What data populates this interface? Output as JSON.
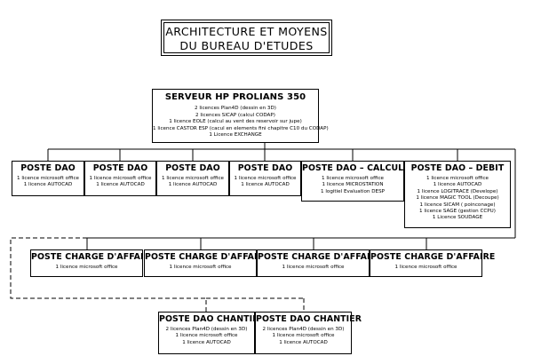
{
  "title": {
    "line1": "ARCHITECTURE ET MOYENS",
    "line2": "DU BUREAU D'ETUDES"
  },
  "server": {
    "title": "SERVEUR HP PROLIANS 350",
    "lines": [
      "2 licences Plan4D (dessin en 3D)",
      "2 licences SICAP (calcul CODAP)",
      "1 licence EOLE (calcul au vent des reservoir sur jupe)",
      "1 licence CASTOR ESP (cacul en elements fini chapitre C10 du CODAP)",
      "1 Licence EXCHANGE"
    ]
  },
  "dao_posts": [
    {
      "title": "POSTE DAO",
      "lines": [
        "1 licence microsoft office",
        "1 licence AUTOCAD"
      ]
    },
    {
      "title": "POSTE DAO",
      "lines": [
        "1 licence microsoft office",
        "1 licence AUTOCAD"
      ]
    },
    {
      "title": "POSTE DAO",
      "lines": [
        "1 licence microsoft office",
        "1 licence AUTOCAD"
      ]
    },
    {
      "title": "POSTE DAO",
      "lines": [
        "1 licence microsoft office",
        "1 licence AUTOCAD"
      ]
    }
  ],
  "calcul": {
    "title": "POSTE DAO – CALCUL",
    "lines": [
      "1 licence microsoft office",
      "1 licence MICROSTATION",
      "1 logitiel Evaluation DESP"
    ]
  },
  "debit": {
    "title": "POSTE DAO – DEBIT",
    "lines": [
      "1 licence microsoft office",
      "1 licence AUTOCAD",
      "1 licence LOGITRACE (Develope)",
      "1 licence MAGIC TOOL (Decoupe)",
      "1 licence SICAM ( poinconage)",
      "1 licence SAGE (gestion CCPU)",
      "1 Licence SOUDAGE"
    ]
  },
  "charge_posts": [
    {
      "title": "POSTE CHARGE D'AFFAIRE",
      "lines": [
        "1 licence microsoft office"
      ]
    },
    {
      "title": "POSTE CHARGE D'AFFAIRE",
      "lines": [
        "1 licence microsoft office"
      ]
    },
    {
      "title": "POSTE CHARGE D'AFFAIRE",
      "lines": [
        "1 licence microsoft office"
      ]
    },
    {
      "title": "POSTE CHARGE D'AFFAIRE",
      "lines": [
        "1 licence microsoft office"
      ]
    }
  ],
  "chantier_posts": [
    {
      "title": "POSTE DAO CHANTIER",
      "lines": [
        "2 licences Plan4D (dessin en 3D)",
        "1 licence microsoft office",
        "1 licence AUTOCAD"
      ]
    },
    {
      "title": "POSTE DAO CHANTIER",
      "lines": [
        "2 licences Plan4D (dessin en 3D)",
        "1 licence microsoft office",
        "1 licence AUTOCAD"
      ]
    }
  ]
}
